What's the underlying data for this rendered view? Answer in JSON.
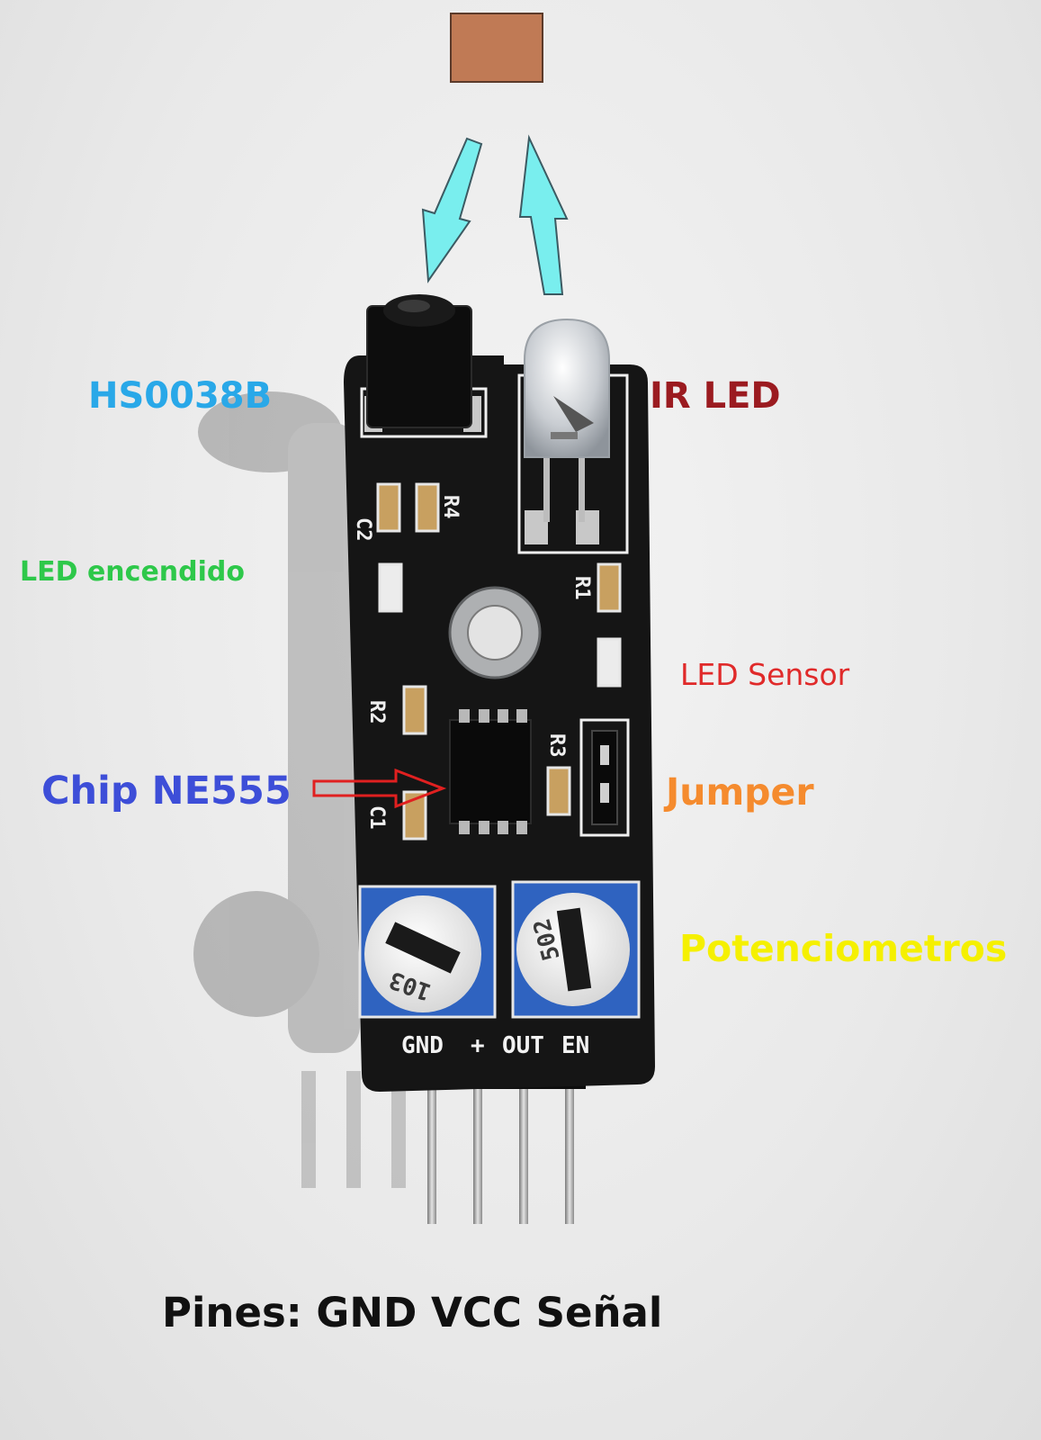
{
  "colors": {
    "background": "#ebebeb",
    "object_block": "#c07a55",
    "signal_arrows": "#79eeee",
    "pcb": "#141414",
    "silkscreen": "#f2f2f2",
    "potentiometer": "#2f63c0",
    "pointer_arrow": "#e02020"
  },
  "labels": {
    "receiver": {
      "text": "HS0038B",
      "color": "#29a8e8"
    },
    "ir_led": {
      "text": "IR LED",
      "color": "#9b1b20"
    },
    "power_led": {
      "text": "LED encendido",
      "color": "#2ec84a"
    },
    "sensor_led": {
      "text": "LED Sensor",
      "color": "#e02a2a"
    },
    "chip": {
      "text": "Chip NE555",
      "color": "#3d4ed8"
    },
    "jumper": {
      "text": "Jumper",
      "color": "#f58b2e"
    },
    "potentiometers": {
      "text": "Potenciometros",
      "color": "#f5f000"
    },
    "pins": {
      "text": "Pines: GND VCC Señal",
      "color": "#111111"
    }
  },
  "board_silkscreen": {
    "header_pins": [
      "GND",
      "+",
      "OUT",
      "EN"
    ],
    "components": [
      "C2",
      "R4",
      "R1",
      "R2",
      "R3",
      "C1"
    ],
    "pot_left_code": "103",
    "pot_right_code": "502"
  }
}
